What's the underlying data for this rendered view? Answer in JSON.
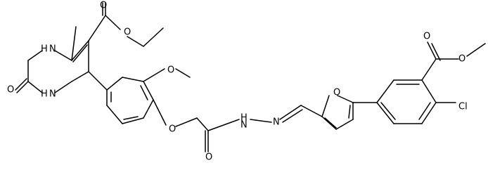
{
  "molecule": {
    "atom_labels": {
      "o_ester_carbonyl": "O",
      "o_ester_single": "O",
      "nh_top": "H",
      "nh_top_n": "N",
      "o_urea": "O",
      "nh_bottom": "H",
      "nh_bottom_n": "N",
      "o_methoxy": "O",
      "o_ether": "O",
      "o_amide": "O",
      "nh_hydrazide_n": "N",
      "nh_hydrazide_h": "H",
      "n_imine": "N",
      "o_furan": "O",
      "o_benzoate_carbonyl": "O",
      "o_benzoate_single": "O",
      "cl": "Cl"
    }
  }
}
